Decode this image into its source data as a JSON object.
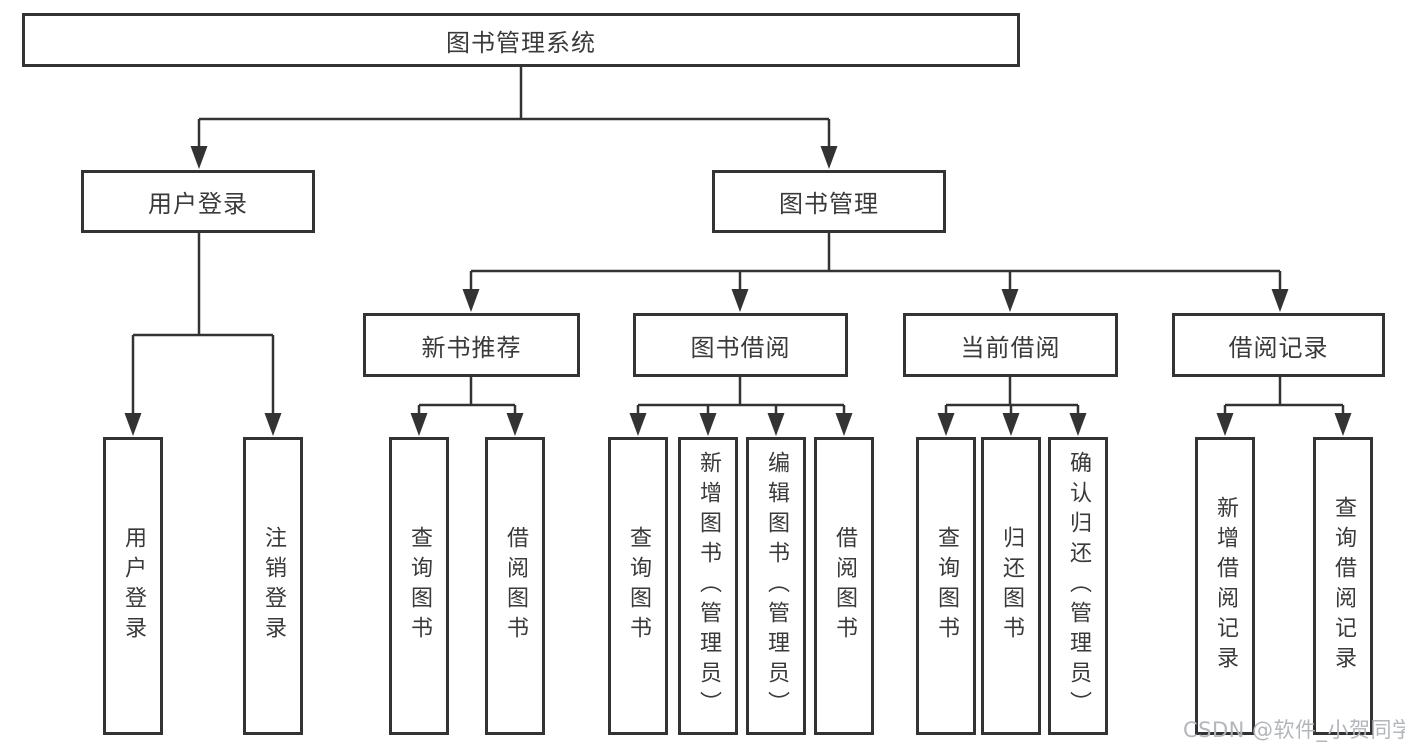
{
  "diagram": {
    "title_node": "图书管理系统",
    "nodes": {
      "root": {
        "label": "图书管理系统"
      },
      "user_login": {
        "label": "用户登录"
      },
      "book_management": {
        "label": "图书管理"
      },
      "new_book_recommend": {
        "label": "新书推荐"
      },
      "book_borrowing": {
        "label": "图书借阅"
      },
      "current_borrowing": {
        "label": "当前借阅"
      },
      "borrowing_records": {
        "label": "借阅记录"
      },
      "leaf_user_login": {
        "label": "用户登录"
      },
      "leaf_logout": {
        "label": "注销登录"
      },
      "leaf_rec_query_book": {
        "label": "查询图书"
      },
      "leaf_rec_borrow_book": {
        "label": "借阅图书"
      },
      "leaf_bor_query_book": {
        "label": "查询图书"
      },
      "leaf_bor_add_book": {
        "label": "新增图书（管理员）"
      },
      "leaf_bor_edit_book": {
        "label": "编辑图书（管理员）"
      },
      "leaf_bor_borrow_book": {
        "label": "借阅图书"
      },
      "leaf_cur_query_book": {
        "label": "查询图书"
      },
      "leaf_cur_return_book": {
        "label": "归还图书"
      },
      "leaf_cur_confirm_return": {
        "label": "确认归还（管理员）"
      },
      "leaf_add_borrow_record": {
        "label": "新增借阅记录"
      },
      "leaf_query_borrow_record": {
        "label": "查询借阅记录"
      }
    },
    "edges": [
      [
        "root",
        "user_login"
      ],
      [
        "root",
        "book_management"
      ],
      [
        "user_login",
        "leaf_user_login"
      ],
      [
        "user_login",
        "leaf_logout"
      ],
      [
        "book_management",
        "new_book_recommend"
      ],
      [
        "book_management",
        "book_borrowing"
      ],
      [
        "book_management",
        "current_borrowing"
      ],
      [
        "book_management",
        "borrowing_records"
      ],
      [
        "new_book_recommend",
        "leaf_rec_query_book"
      ],
      [
        "new_book_recommend",
        "leaf_rec_borrow_book"
      ],
      [
        "book_borrowing",
        "leaf_bor_query_book"
      ],
      [
        "book_borrowing",
        "leaf_bor_add_book"
      ],
      [
        "book_borrowing",
        "leaf_bor_edit_book"
      ],
      [
        "book_borrowing",
        "leaf_bor_borrow_book"
      ],
      [
        "current_borrowing",
        "leaf_cur_query_book"
      ],
      [
        "current_borrowing",
        "leaf_cur_return_book"
      ],
      [
        "current_borrowing",
        "leaf_cur_confirm_return"
      ],
      [
        "borrowing_records",
        "leaf_add_borrow_record"
      ],
      [
        "borrowing_records",
        "leaf_query_borrow_record"
      ]
    ]
  },
  "watermark": {
    "text": "CSDN @软件_小贺同学"
  },
  "colors": {
    "line": "#333333",
    "box_border": "#333333",
    "text": "#3a3a3a",
    "watermark": "#b3b6bb",
    "background": "#ffffff"
  }
}
